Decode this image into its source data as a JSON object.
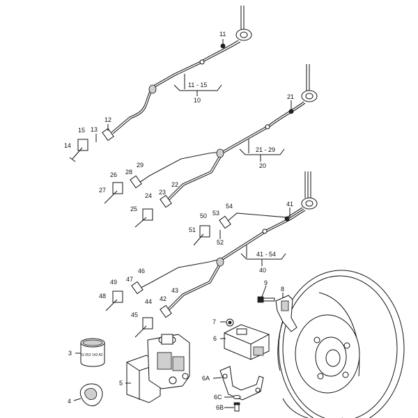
{
  "labels": {
    "l11": "11",
    "l11_15": "11 - 15",
    "l10": "10",
    "l12": "12",
    "l13": "13",
    "l14": "14",
    "l15": "15",
    "l21": "21",
    "l21_29": "21 - 29",
    "l20": "20",
    "l22": "22",
    "l23": "23",
    "l24": "24",
    "l25": "25",
    "l26": "26",
    "l27": "27",
    "l28": "28",
    "l29": "29",
    "l41": "41",
    "l41_54": "41 - 54",
    "l40": "40",
    "l42": "42",
    "l43": "43",
    "l44": "44",
    "l45": "45",
    "l46": "46",
    "l47": "47",
    "l48": "48",
    "l49": "49",
    "l50": "50",
    "l51": "51",
    "l52": "52",
    "l53": "53",
    "l54": "54",
    "l3": "3",
    "l4": "4",
    "l5": "5",
    "l6": "6",
    "l6A": "6A",
    "l6B": "6B",
    "l6C": "6C",
    "l7": "7",
    "l8": "8",
    "l9": "9",
    "ring_text": "G 052 142 A2"
  }
}
